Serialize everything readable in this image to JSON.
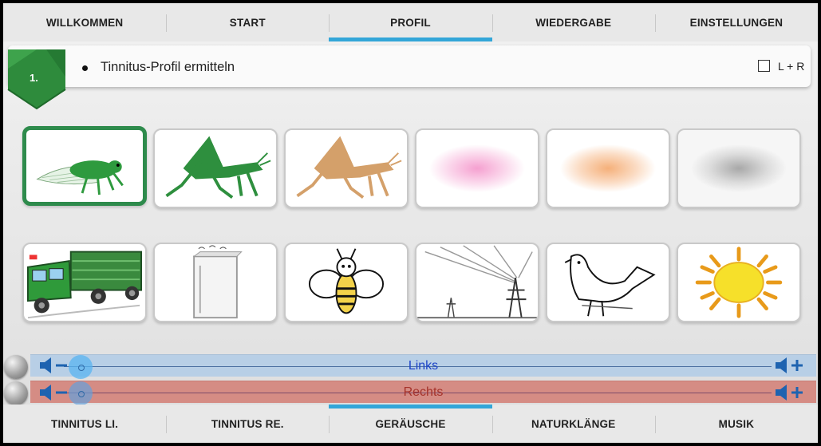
{
  "top_tabs": [
    {
      "label": "WILLKOMMEN",
      "active": false
    },
    {
      "label": "START",
      "active": false
    },
    {
      "label": "PROFIL",
      "active": true
    },
    {
      "label": "WIEDERGABE",
      "active": false
    },
    {
      "label": "EINSTELLUNGEN",
      "active": false
    }
  ],
  "step": {
    "number": "1.",
    "title": "Tinnitus-Profil ermitteln",
    "lr_checkbox_label": "L + R",
    "lr_checked": false
  },
  "sound_tiles": [
    {
      "name": "cicada",
      "selected": true
    },
    {
      "name": "grasshopper-green",
      "selected": false
    },
    {
      "name": "grasshopper-brown",
      "selected": false
    },
    {
      "name": "noise-pink",
      "selected": false
    },
    {
      "name": "noise-orange",
      "selected": false
    },
    {
      "name": "noise-gray",
      "selected": false
    },
    {
      "name": "truck",
      "selected": false
    },
    {
      "name": "refrigerator",
      "selected": false
    },
    {
      "name": "bee",
      "selected": false
    },
    {
      "name": "power-lines",
      "selected": false
    },
    {
      "name": "bird",
      "selected": false
    },
    {
      "name": "sun",
      "selected": false
    }
  ],
  "volume": {
    "left": {
      "label": "Links",
      "level": 0.0
    },
    "right": {
      "label": "Rechts",
      "level": 0.0
    }
  },
  "bottom_tabs": [
    {
      "label": "TINNITUS LI.",
      "active": false
    },
    {
      "label": "TINNITUS RE.",
      "active": false
    },
    {
      "label": "GERÄUSCHE",
      "active": true
    },
    {
      "label": "NATURKLÄNGE",
      "active": false
    },
    {
      "label": "MUSIK",
      "active": false
    }
  ],
  "colors": {
    "accent": "#33a6d8",
    "step_green": "#2e8b3c",
    "selected_border": "#2e8b4c",
    "left_channel": "#b8cfe6",
    "right_channel": "#d58c84"
  }
}
